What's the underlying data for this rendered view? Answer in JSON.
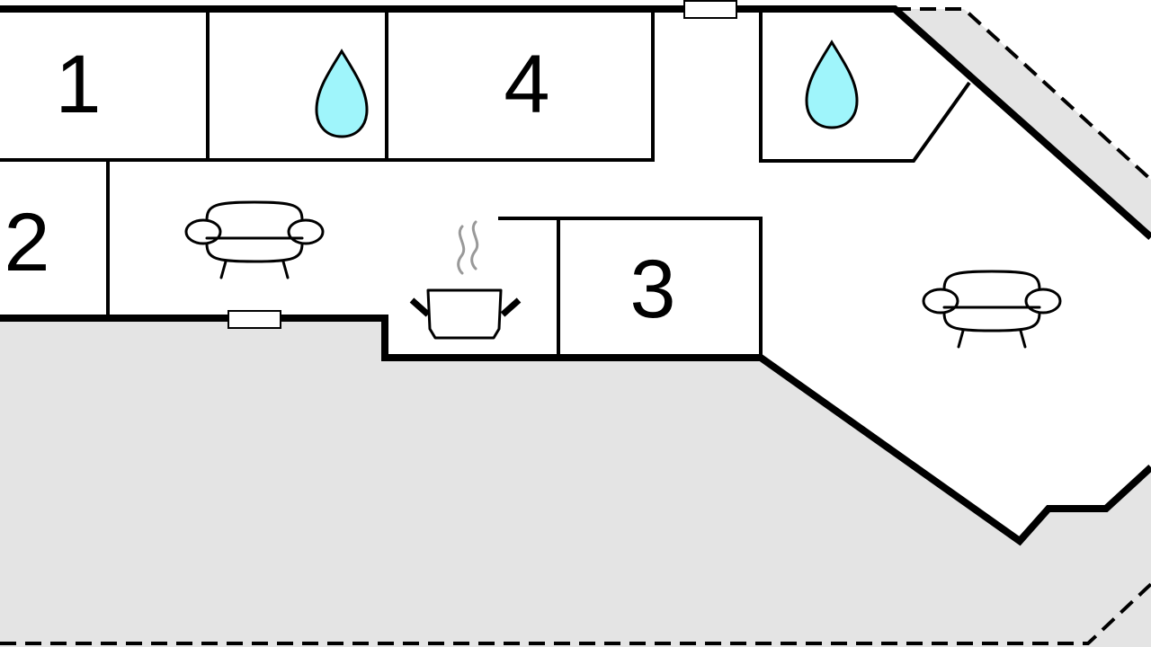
{
  "rooms": [
    {
      "id": "room-1",
      "label": "1"
    },
    {
      "id": "room-2",
      "label": "2"
    },
    {
      "id": "room-3",
      "label": "3"
    },
    {
      "id": "room-4",
      "label": "4"
    }
  ],
  "icons": {
    "bathroom": "water-drop-icon",
    "living": "sofa-icon",
    "kitchen": "cooking-pot-icon"
  },
  "colors": {
    "outdoor_area": "#e4e4e4",
    "wall": "#000000",
    "water": "#9ff5fb",
    "steam": "#999999",
    "interior": "#ffffff"
  }
}
